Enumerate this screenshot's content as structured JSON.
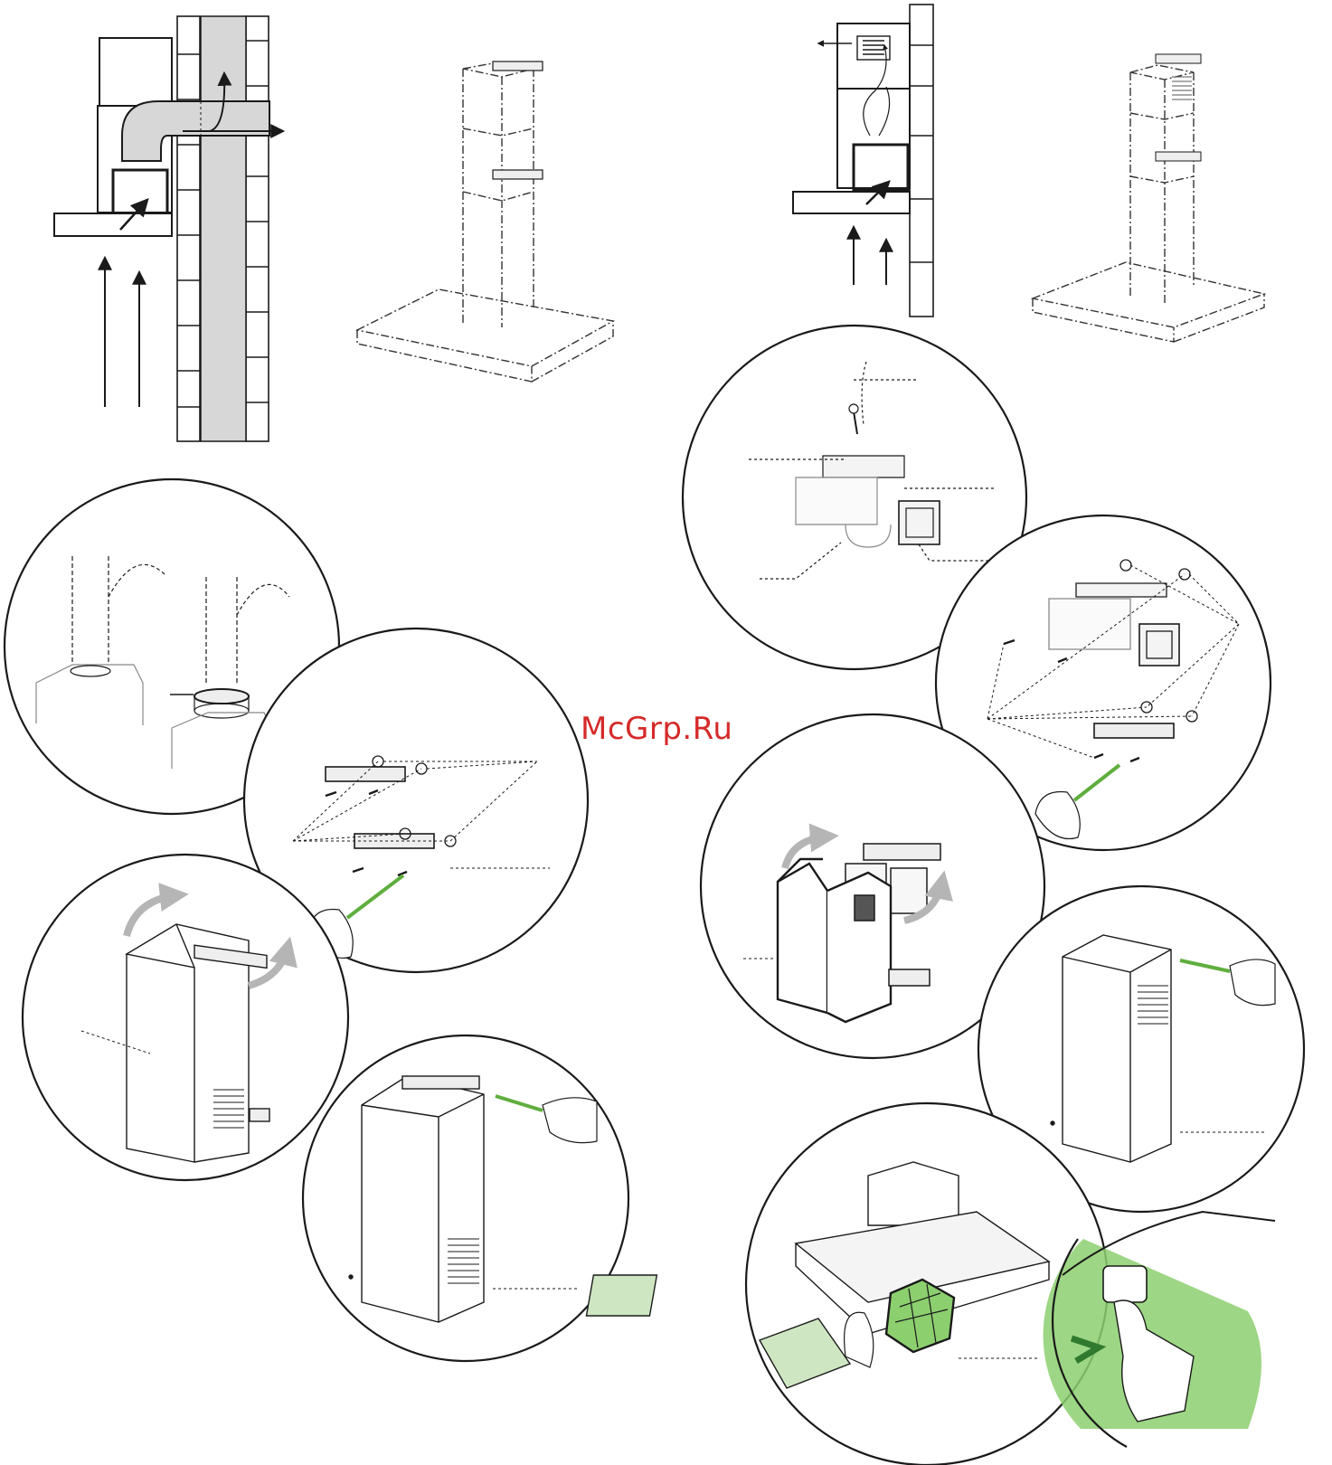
{
  "watermark": {
    "text": "McGrp.Ru"
  },
  "colors": {
    "line": "#1a1a1a",
    "duct_gray": "#d7d7d7",
    "arrow_gray": "#b5b5b5",
    "filter_green": "#8ccf6f",
    "filter_green_light": "#cfe6c2",
    "watermark_red": "#d62a2a"
  },
  "panels": [
    {
      "name": "ducted-extraction-diagram"
    },
    {
      "name": "ducted-chimney-outline"
    },
    {
      "name": "recirculation-diagram"
    },
    {
      "name": "recirculation-chimney-outline"
    },
    {
      "name": "duct-adapter-detail"
    },
    {
      "name": "bracket-screw-detail-left"
    },
    {
      "name": "chimney-fitting-left"
    },
    {
      "name": "chimney-screw-fixing-left"
    },
    {
      "name": "deflector-assembly-detail"
    },
    {
      "name": "bracket-screw-detail-right"
    },
    {
      "name": "chimney-fitting-right"
    },
    {
      "name": "chimney-screw-fixing-right"
    },
    {
      "name": "filter-removal-detail"
    }
  ]
}
